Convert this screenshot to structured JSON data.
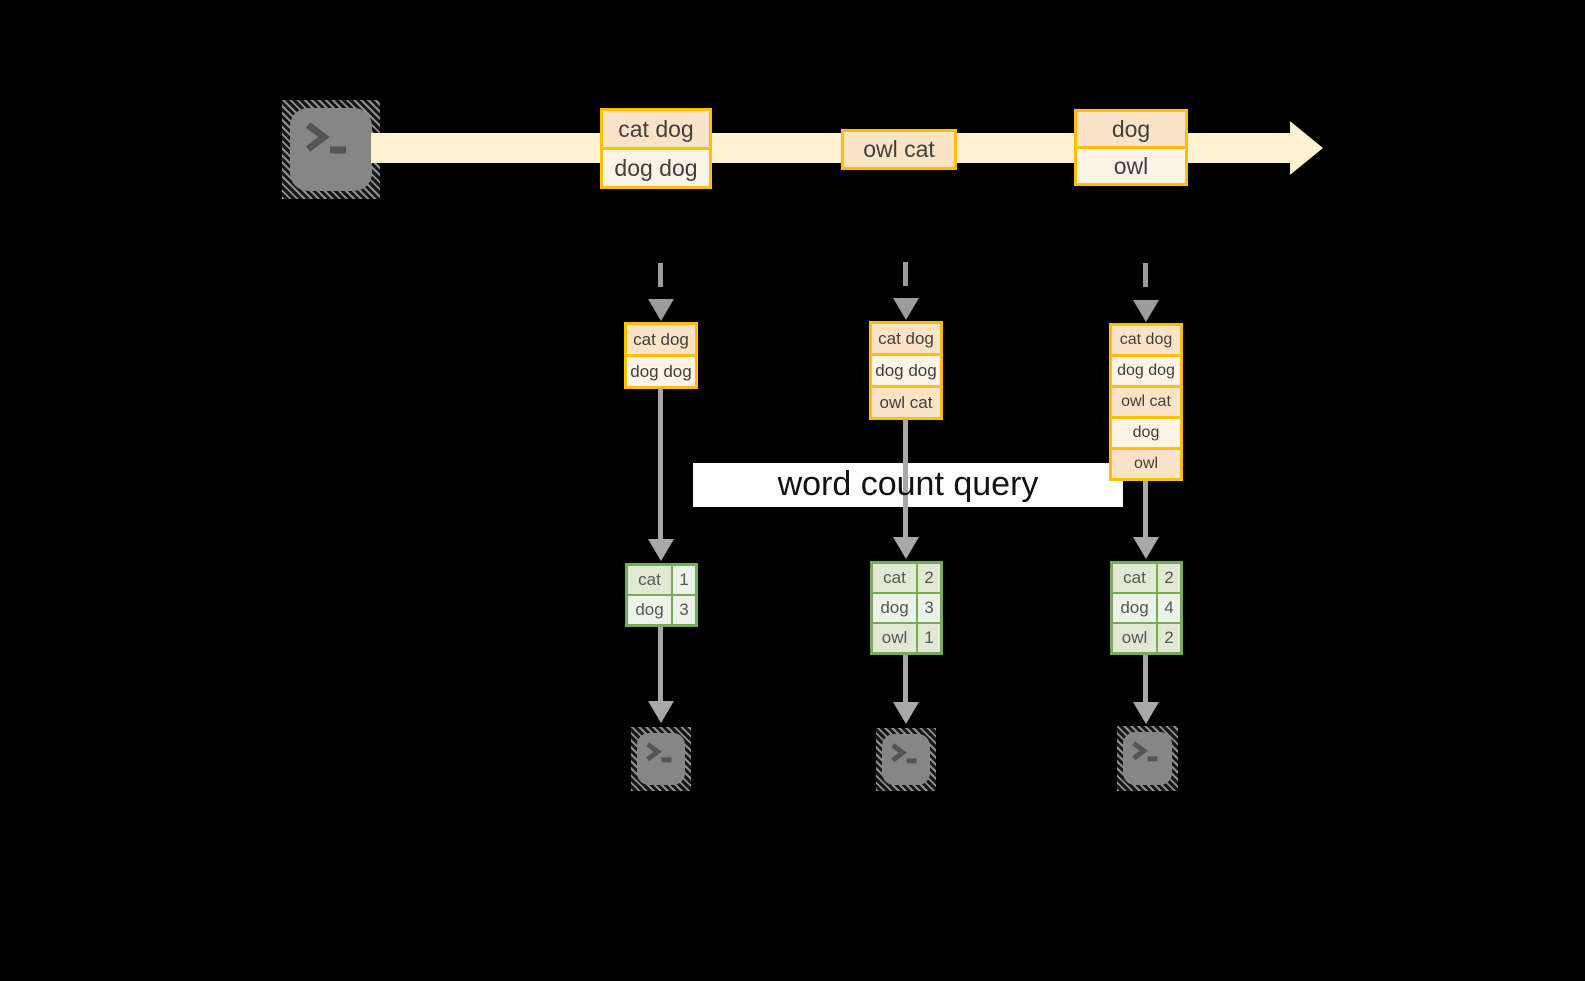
{
  "query_label": "word count query",
  "stream_batches": [
    {
      "rows": [
        "cat dog",
        "dog dog"
      ]
    },
    {
      "rows": [
        "owl cat"
      ]
    },
    {
      "rows": [
        "dog",
        "owl"
      ]
    }
  ],
  "buffers": [
    {
      "rows": [
        "cat dog",
        "dog dog"
      ]
    },
    {
      "rows": [
        "cat dog",
        "dog dog",
        "owl cat"
      ]
    },
    {
      "rows": [
        "cat dog",
        "dog dog",
        "owl cat",
        "dog",
        "owl"
      ]
    }
  ],
  "count_tables": [
    {
      "rows": [
        {
          "word": "cat",
          "count": "1"
        },
        {
          "word": "dog",
          "count": "3"
        }
      ]
    },
    {
      "rows": [
        {
          "word": "cat",
          "count": "2"
        },
        {
          "word": "dog",
          "count": "3"
        },
        {
          "word": "owl",
          "count": "1"
        }
      ]
    },
    {
      "rows": [
        {
          "word": "cat",
          "count": "2"
        },
        {
          "word": "dog",
          "count": "4"
        },
        {
          "word": "owl",
          "count": "2"
        }
      ]
    }
  ],
  "icons": {
    "source": "terminal-icon",
    "sinks": [
      "terminal-icon",
      "terminal-icon",
      "terminal-icon"
    ]
  },
  "colors": {
    "background": "#000000",
    "stream_band": "#fdf2cd",
    "box_border": "#ffc000",
    "box_fill_peach": "#fbe3c8",
    "box_fill_cream": "#fdf3e7",
    "table_border": "#76ac55",
    "table_fill_dark": "#e1e9d5",
    "table_fill_light": "#eef3e9",
    "arrow_gray": "#a8a8a8",
    "query_band_bg": "#ffffff",
    "text_dark": "#3f3f3f"
  }
}
